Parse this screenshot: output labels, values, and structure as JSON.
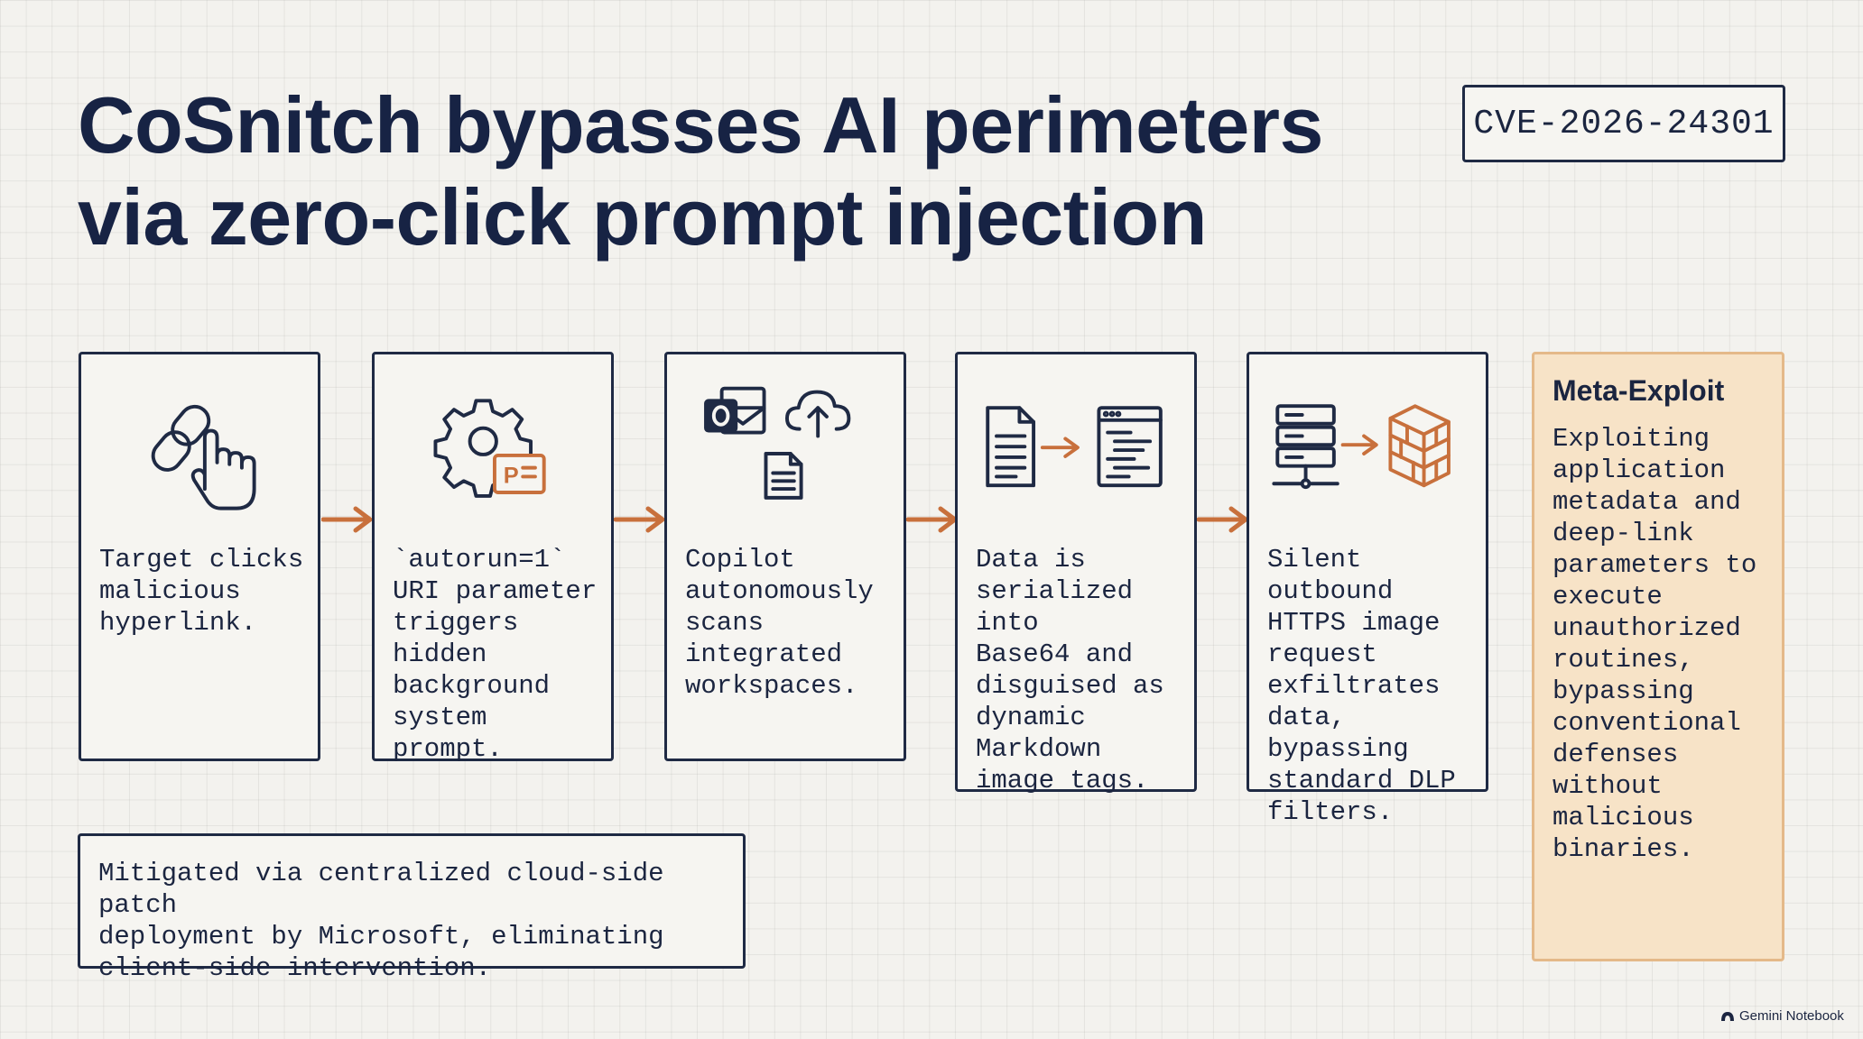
{
  "title": {
    "line1": "CoSnitch bypasses AI perimeters",
    "line2": "via zero-click prompt injection"
  },
  "cve_badge": "CVE-2026-24301",
  "steps": [
    {
      "icons": [
        "link-icon",
        "hand-pointer-icon"
      ],
      "text": "Target clicks\nmalicious\nhyperlink."
    },
    {
      "icons": [
        "gear-icon",
        "powerpoint-icon"
      ],
      "text": "`autorun=1`\nURI parameter\ntriggers hidden\nbackground\nsystem prompt."
    },
    {
      "icons": [
        "outlook-icon",
        "cloud-upload-icon",
        "document-icon"
      ],
      "text": "Copilot\nautonomously\nscans\nintegrated\nworkspaces."
    },
    {
      "icons": [
        "document-icon",
        "arrow-right-icon",
        "code-window-icon"
      ],
      "text": "Data is\nserialized into\nBase64 and\ndisguised as\ndynamic\nMarkdown\nimage tags."
    },
    {
      "icons": [
        "server-icon",
        "arrow-right-icon",
        "firewall-icon"
      ],
      "text": "Silent outbound\nHTTPS image\nrequest\nexfiltrates data,\nbypassing\nstandard DLP\nfilters."
    }
  ],
  "meta_exploit": {
    "title": "Meta-Exploit",
    "text": "Exploiting\napplication\nmetadata and\ndeep-link\nparameters to\nexecute\nunauthorized\nroutines,\nbypassing\nconventional\ndefenses\nwithout\nmalicious\nbinaries."
  },
  "mitigation": "Mitigated via centralized cloud-side patch\ndeployment by Microsoft, eliminating\nclient-side intervention.",
  "brand": "Gemini Notebook",
  "colors": {
    "ink": "#1f2a44",
    "accent": "#c8703c",
    "meta_bg": "#f7e3c7",
    "meta_border": "#e4b989"
  }
}
